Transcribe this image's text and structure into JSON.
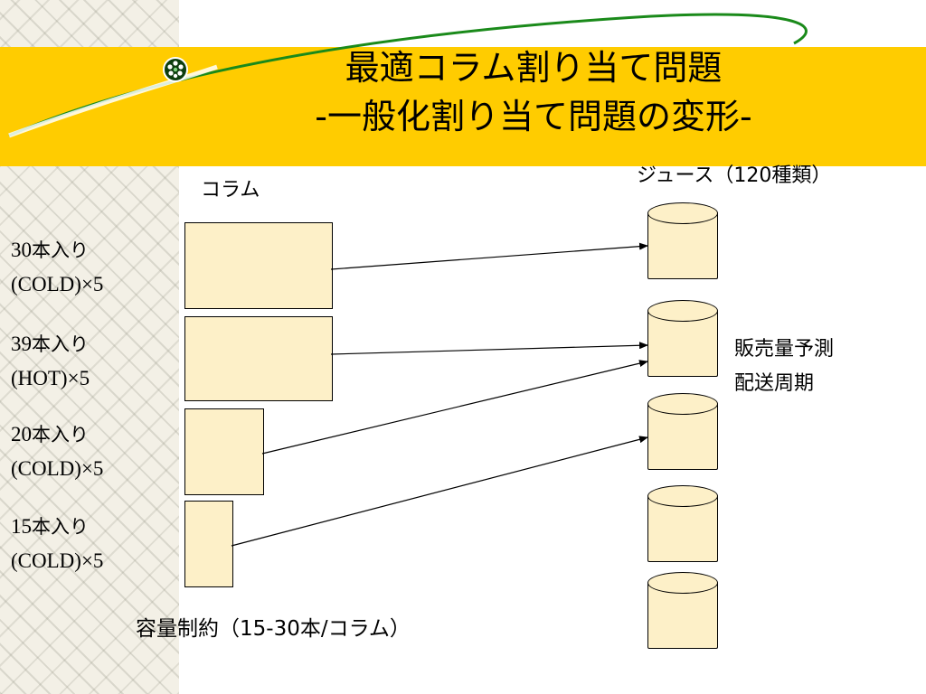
{
  "slide": {
    "title_line1": "最適コラム割り当て問題",
    "title_line2": "-一般化割り当て問題の変形-"
  },
  "columns_header": "コラム",
  "juices_header": "ジュース（120種類）",
  "column_groups": [
    {
      "count": "30",
      "suffix": "本入り",
      "temp": "(COLD)",
      "mult": "×5"
    },
    {
      "count": "39",
      "suffix": "本入り",
      "temp": "(HOT)",
      "mult": "×5"
    },
    {
      "count": "20",
      "suffix": "本入り",
      "temp": "(COLD)",
      "mult": "×5"
    },
    {
      "count": "15",
      "suffix": "本入り",
      "temp": "(COLD)",
      "mult": "×5"
    }
  ],
  "juice_attributes": [
    "販売量予測",
    "配送周期"
  ],
  "capacity_constraint": "容量制約（15-30本/コラム）",
  "colors": {
    "banner": "#ffcc00",
    "box_fill": "#fdf0c8",
    "swoosh": "#1a8a1a"
  },
  "icons": {
    "bullet": "green-dotted-circle-icon"
  }
}
